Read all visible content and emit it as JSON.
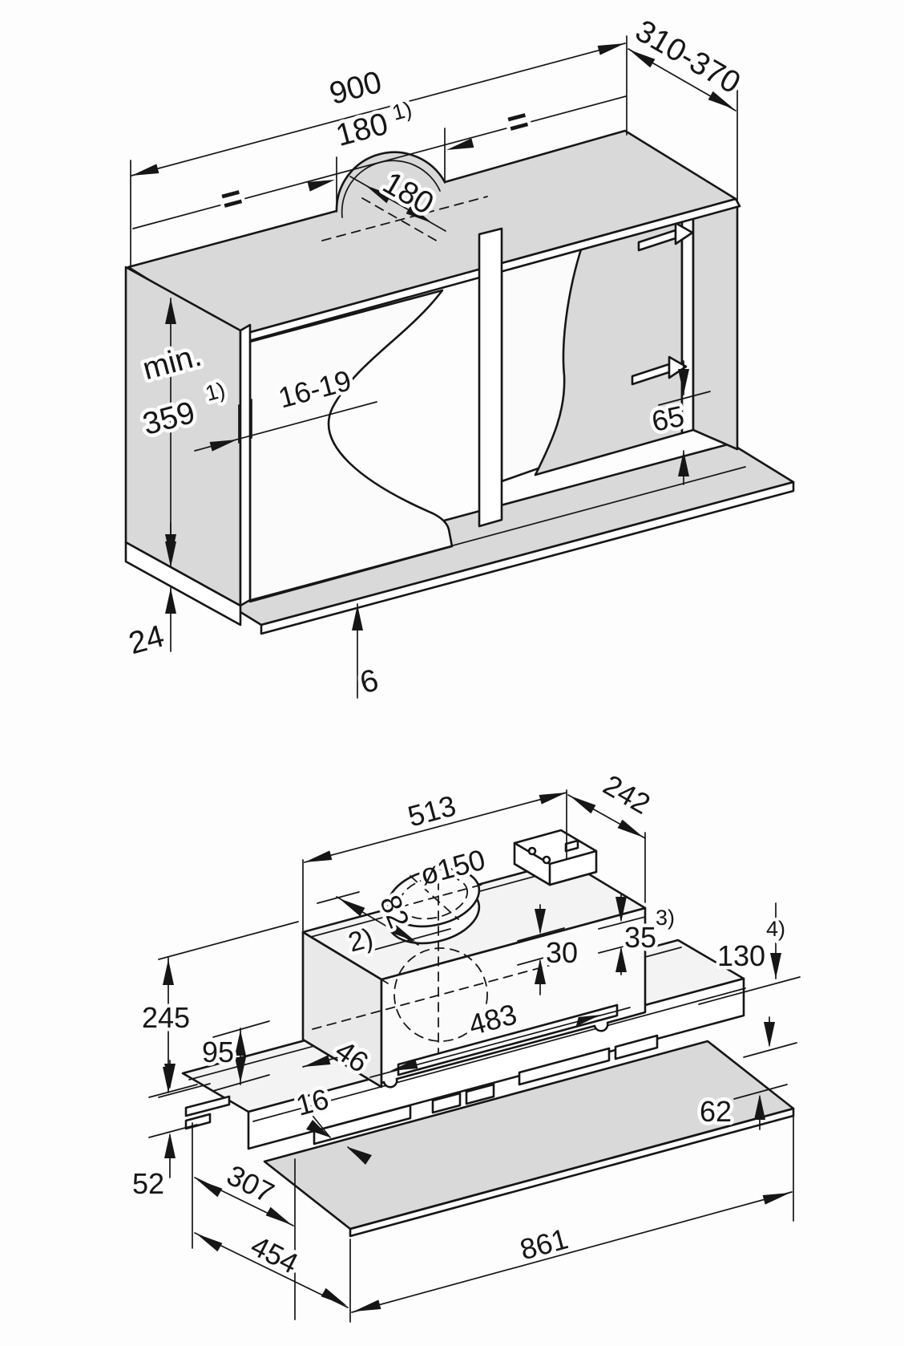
{
  "figure1": {
    "name": "cabinet cutout installation view",
    "dims": {
      "width": "900",
      "equal_mark": "=",
      "cutout_offset": "180",
      "cutout_offset_sup": "1)",
      "depth_range": "310-370",
      "cutout_depth": "180",
      "height_min_prefix": "min.",
      "height_min": "359",
      "height_min_sup": "1)",
      "front_panel_thickness": "16-19",
      "bracket_spacing": "65",
      "plinth_height": "24",
      "floor_gap": "6"
    }
  },
  "figure2": {
    "name": "hood unit dimension view",
    "dims": {
      "body_width": "513",
      "body_depth": "242",
      "duct_diameter": "ø150",
      "duct_offset": "82",
      "footnote_mark": "2)",
      "duct_center_offset": "30",
      "rail_offset": "35",
      "rail_offset_sup": "3)",
      "clearance": "130",
      "clearance_sup": "4)",
      "height_total": "245",
      "height_upper": "95",
      "left_depth": "46",
      "panel_thickness": "16",
      "filter_opening_width": "483",
      "visor_front_height": "62",
      "lower_front_height": "52",
      "visor_depth": "307",
      "depth_total": "454",
      "bottom_width": "861"
    }
  }
}
